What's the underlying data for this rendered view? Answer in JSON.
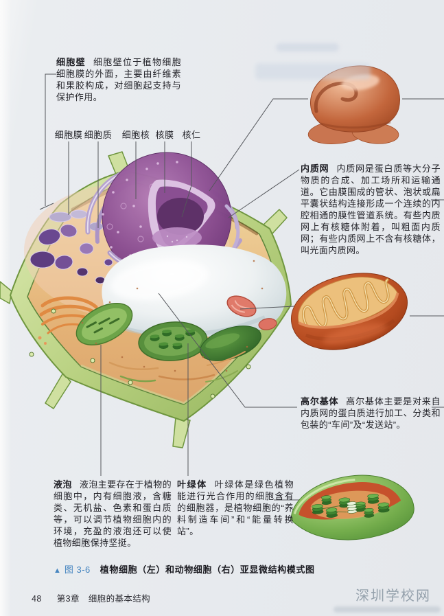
{
  "page": {
    "caption": {
      "marker": "▲",
      "figure_label": "图 3-6",
      "title": "植物细胞（左）和动物细胞（右）亚显微结构模式图"
    },
    "footer": {
      "page_number": "48",
      "chapter": "第3章　细胞的基本结构"
    },
    "watermark": "深圳学校网"
  },
  "labels": {
    "cell_membrane": "细胞膜",
    "cytoplasm": "细胞质",
    "nucleus": "细胞核",
    "nuclear_membrane": "核膜",
    "nucleolus": "核仁"
  },
  "sections": {
    "cell_wall": {
      "term": "细胞壁",
      "body": "细胞壁位于植物细胞细胞膜的外面，主要由纤维素和果胶构成，对细胞起支持与保护作用。"
    },
    "er": {
      "term": "内质网",
      "body": "内质网是蛋白质等大分子物质的合成、加工场所和运输通道。它由膜围成的管状、泡状或扁平囊状结构连接形成一个连续的内腔相通的膜性管道系统。有些内质网上有核糖体附着，叫粗面内质网；有些内质网上不含有核糖体，叫光面内质网。"
    },
    "golgi": {
      "term": "高尔基体",
      "body": "高尔基体主要是对来自内质网的蛋白质进行加工、分类和包装的“车间”及“发送站”。"
    },
    "vacuole": {
      "term": "液泡",
      "body": "液泡主要存在于植物的细胞中，内有细胞液，含糖类、无机盐、色素和蛋白质等，可以调节植物细胞内的环境，充盈的液泡还可以使植物细胞保持坚挺。"
    },
    "chloroplast": {
      "term": "叶绿体",
      "body": "叶绿体是绿色植物能进行光合作用的细胞含有的细胞器，是植物细胞的“养料制造车间”和“能量转换站”。"
    }
  },
  "colors": {
    "page_bg": "#e7eaee",
    "caption_accent_blue": "#4585c0",
    "text": "#25252b",
    "leader_line": "#54565b",
    "cell_wall_green": "#a3c46e",
    "cytoplasm_tan": "#e3b276",
    "nucleus_purple": "#8c4f92",
    "vacuole_white": "#edf1f2",
    "chloroplast_green": "#578f3d",
    "mitochondrion_orange": "#c25327",
    "er_blob_brown": "#c3663c",
    "watermark_gray": "#95a1ac"
  }
}
